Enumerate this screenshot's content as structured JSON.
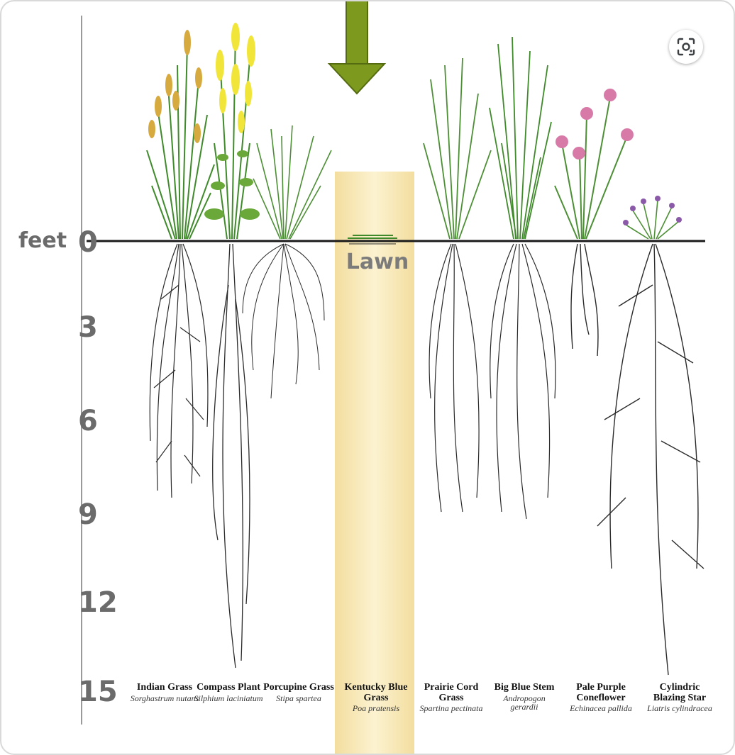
{
  "diagram": {
    "scale_unit": "feet",
    "depth_ticks": [
      "0",
      "3",
      "6",
      "9",
      "12",
      "15"
    ],
    "highlight_label": "Lawn",
    "highlight_color": "#f6e7b0",
    "arrow_color": "#7d9a1e",
    "plants": [
      {
        "common": "Indian Grass",
        "scientific": "Sorghastrum nutans"
      },
      {
        "common": "Compass Plant",
        "scientific": "Silphium laciniatum"
      },
      {
        "common": "Porcupine Grass",
        "scientific": "Stipa spartea"
      },
      {
        "common": "Kentucky Blue Grass",
        "scientific": "Poa pratensis"
      },
      {
        "common": "Prairie Cord Grass",
        "scientific": "Spartina pectinata"
      },
      {
        "common": "Big Blue Stem",
        "scientific": "Andropogon gerardii"
      },
      {
        "common": "Pale Purple Coneflower",
        "scientific": "Echinacea pallida"
      },
      {
        "common": "Cylindric Blazing Star",
        "scientific": "Liatris cylindracea"
      }
    ]
  },
  "toolbar": {
    "lens_icon": "google-lens-icon"
  }
}
